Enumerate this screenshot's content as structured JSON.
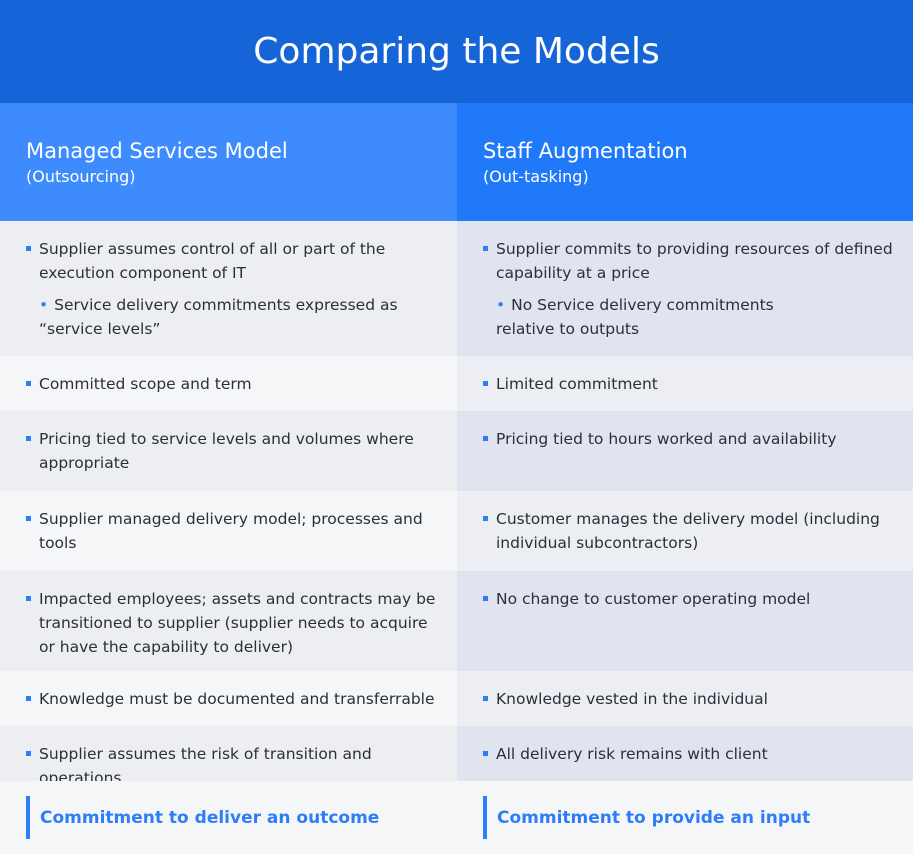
{
  "title": "Comparing the Models",
  "columns": [
    {
      "heading": "Managed Services Model",
      "subheading": "(Outsourcing)"
    },
    {
      "heading": "Staff Augmentation",
      "subheading": "(Out-tasking)"
    }
  ],
  "rows": [
    {
      "left": {
        "text": "Supplier assumes control of all or part of  the execution component of IT",
        "sub": "Service delivery commitments expressed as “service levels”"
      },
      "right": {
        "text": "Supplier commits to providing resources of defined capability at a price",
        "sub": "No Service delivery commitments relative to outputs"
      }
    },
    {
      "left": {
        "text": "Committed scope and term"
      },
      "right": {
        "text": "Limited commitment"
      }
    },
    {
      "left": {
        "text": "Pricing tied to service levels and volumes where appropriate"
      },
      "right": {
        "text": "Pricing tied to hours worked and availability"
      }
    },
    {
      "left": {
        "text": "Supplier managed delivery model; processes and tools"
      },
      "right": {
        "text": "Customer manages the delivery model (including individual subcontractors)"
      }
    },
    {
      "left": {
        "text": "Impacted employees; assets and contracts may be transitioned to supplier (supplier needs to acquire or have the capability to deliver)"
      },
      "right": {
        "text": "No change to customer operating model"
      }
    },
    {
      "left": {
        "text": "Knowledge must be documented and transferrable"
      },
      "right": {
        "text": "Knowledge vested in the individual"
      }
    },
    {
      "left": {
        "text": "Supplier assumes the risk of transition and operations"
      },
      "right": {
        "text": "All delivery risk remains with client"
      }
    }
  ],
  "footer": {
    "left": "Commitment to deliver an outcome",
    "right": "Commitment to provide an input"
  }
}
